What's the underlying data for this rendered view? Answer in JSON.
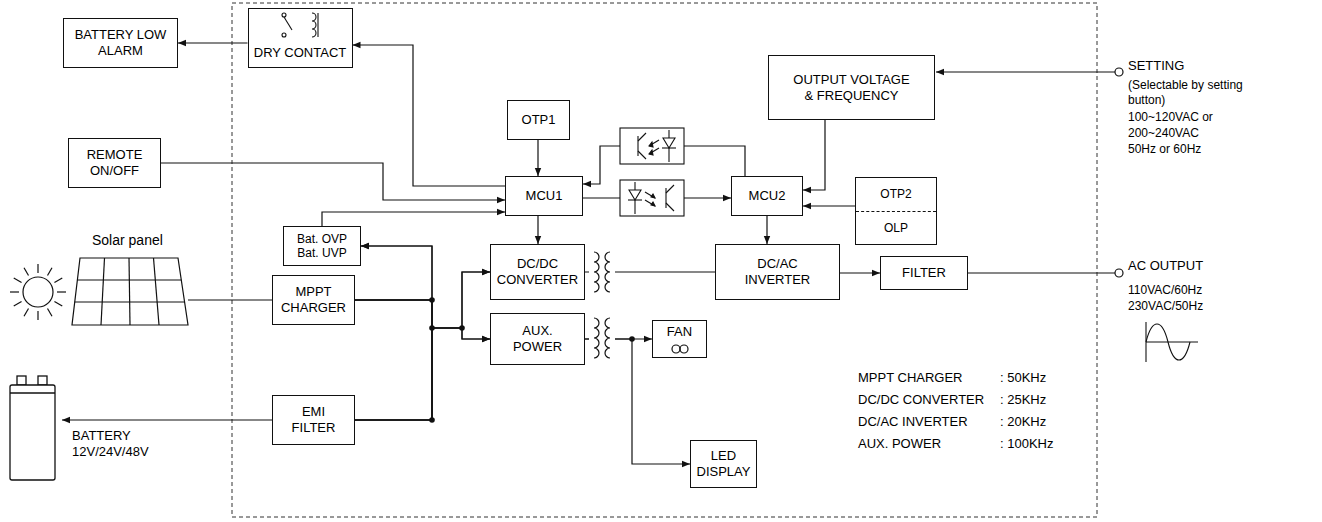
{
  "diagram": {
    "nodes": [
      {
        "text": [
          "BATTERY LOW ALARM"
        ]
      },
      {
        "text": [
          "DRY CONTACT"
        ]
      },
      {
        "text": [
          "OUTPUT VOLTAGE & FREQUENCY"
        ]
      },
      {
        "text": [
          "OTP1"
        ]
      },
      {
        "text": [
          "REMOTE ON/OFF"
        ]
      },
      {
        "text": [
          "MCU1"
        ]
      },
      {
        "text": [
          "MCU2"
        ]
      },
      {
        "text": [
          "OTP2",
          "OLP"
        ]
      },
      {
        "text": [
          "Bat. OVP Bat. UVP"
        ]
      },
      {
        "text": [
          "DC/DC CONVERTER"
        ]
      },
      {
        "text": [
          "DC/AC INVERTER"
        ]
      },
      {
        "text": [
          "FILTER"
        ]
      },
      {
        "text": [
          "MPPT CHARGER"
        ]
      },
      {
        "text": [
          "AUX. POWER"
        ]
      },
      {
        "text": [
          "FAN"
        ]
      },
      {
        "text": [
          "EMI FILTER"
        ]
      },
      {
        "text": [
          "LED DISPLAY"
        ]
      }
    ],
    "edges": [
      {
        "from": 1,
        "to": 0,
        "arrow": "to"
      },
      {
        "from": 5,
        "to": 1,
        "arrow": "to"
      },
      {
        "from": 4,
        "to": 5,
        "arrow": "to"
      },
      {
        "from": 3,
        "to": 5,
        "arrow": "to"
      },
      {
        "from": 8,
        "to": 5,
        "arrow": "to"
      },
      {
        "from": 5,
        "to": 9,
        "arrow": "to"
      },
      {
        "from": 5,
        "to": 6,
        "arrow": "to"
      },
      {
        "from": 6,
        "to": 5,
        "arrow": "to"
      },
      {
        "from": 2,
        "to": 6,
        "arrow": "to"
      },
      {
        "from": 7,
        "to": 6,
        "arrow": "to"
      },
      {
        "from": 6,
        "to": 10,
        "arrow": "to"
      },
      {
        "from": 9,
        "to": 10,
        "arrow": "none"
      },
      {
        "from": 10,
        "to": 11,
        "arrow": "to"
      },
      {
        "from": 12,
        "to": 8,
        "arrow": "to"
      },
      {
        "from": 12,
        "to": 9,
        "arrow": "to"
      },
      {
        "from": 12,
        "to": 13,
        "arrow": "to"
      },
      {
        "from": 12,
        "to": 15,
        "arrow": "none"
      },
      {
        "from": 15,
        "to": 8,
        "arrow": "to"
      },
      {
        "from": 15,
        "to": 9,
        "arrow": "to"
      },
      {
        "from": 15,
        "to": 13,
        "arrow": "to"
      },
      {
        "from": 13,
        "to": 14,
        "arrow": "to"
      },
      {
        "from": 13,
        "to": 16,
        "arrow": "to"
      }
    ],
    "labels": [
      "Solar panel",
      "BATTERY 12V/24V/48V",
      "SETTING",
      "(Selectable by setting button)",
      "100~120VAC or",
      "200~240VAC",
      "50Hz or 60Hz",
      "AC OUTPUT",
      "110VAC/60Hz",
      "230VAC/50Hz",
      "MPPT CHARGER",
      ": 50KHz",
      "DC/DC CONVERTER",
      ": 25KHz",
      "DC/AC INVERTER",
      ": 20KHz",
      "AUX. POWER",
      ": 100KHz"
    ]
  }
}
